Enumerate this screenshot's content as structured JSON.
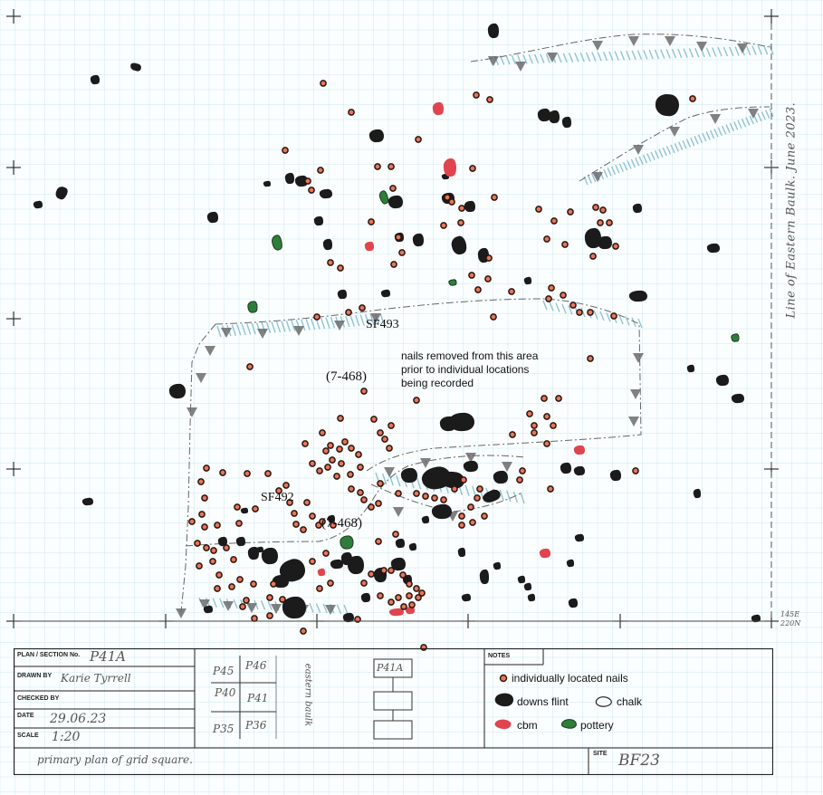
{
  "plan_labels": {
    "sf493": "SF493",
    "context_upper": "(7-468)",
    "sf492": "SF492",
    "context_lower": "(7-468)",
    "removed_note": "nails removed from this area prior to individual locations being recorded",
    "baulk_line": "Line of Eastern Baulk.  June 2023.",
    "coord_line1": "145E",
    "coord_line2": "220N"
  },
  "title_block": {
    "plan_section_label": "PLAN / SECTION No.",
    "plan_section_value": "P41A",
    "drawn_by_label": "DRAWN BY",
    "drawn_by_value": "Karie Tyrrell",
    "checked_by_label": "CHECKED BY",
    "checked_by_value": "",
    "date_label": "DATE",
    "date_value": "29.06.23",
    "scale_label": "SCALE",
    "scale_value": "1:20",
    "description": "primary plan of grid square.",
    "site_label": "SITE",
    "site_value": "BF23",
    "notes_label": "NOTES",
    "grid_cells": [
      "P45",
      "P46",
      "P40",
      "P41",
      "P35",
      "P36"
    ],
    "grid_side_note": "eastern baulk",
    "sequence_box": "P41A"
  },
  "legend": {
    "nails": "individually located nails",
    "flint": "downs flint",
    "chalk": "chalk",
    "cbm": "cbm",
    "pottery": "pottery"
  },
  "colors": {
    "nail_fill": "#e8765a",
    "nail_stroke": "#2a1510",
    "flint": "#1b1b1b",
    "cbm": "#e0454f",
    "pottery": "#2f7d3a",
    "hachure": "#6b6b6b",
    "hatch_blue": "#8fc3d6",
    "grid": "#cfe6ee"
  }
}
